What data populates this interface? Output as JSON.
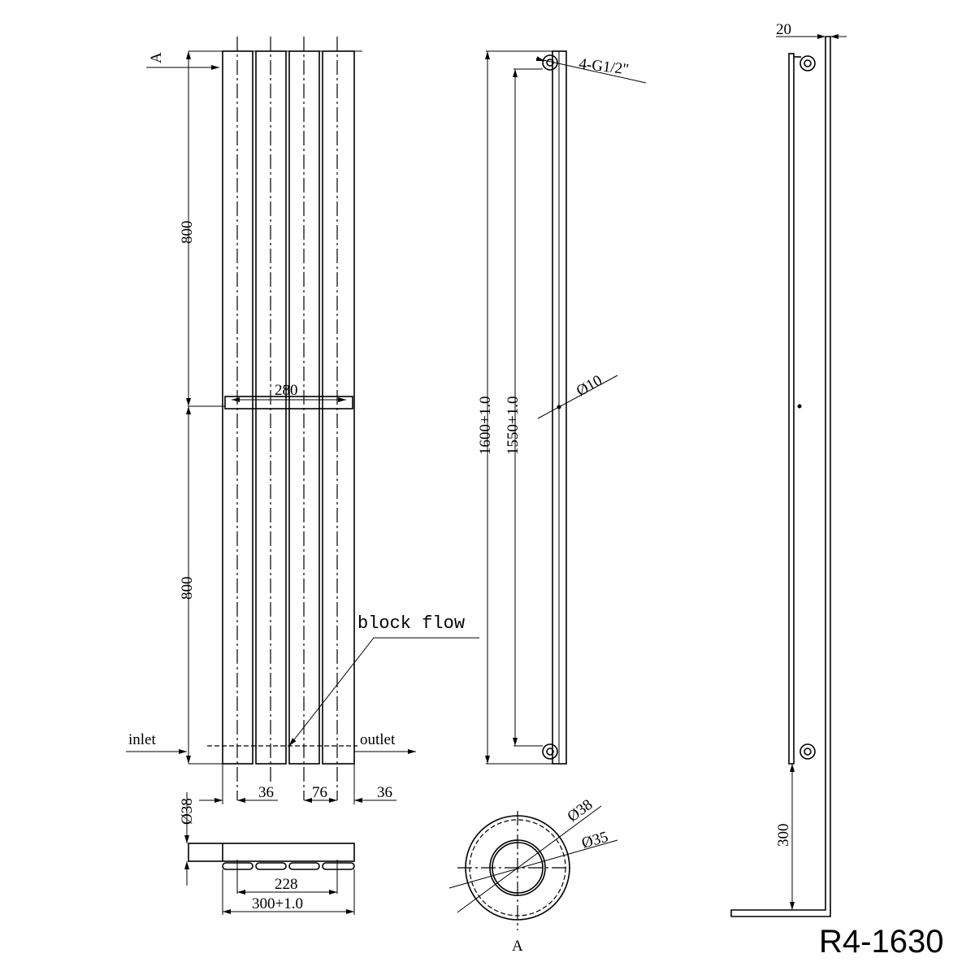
{
  "drawing": {
    "model": "R4-1630",
    "section_marker": "A",
    "front_view": {
      "dim_upper": "800",
      "dim_lower": "800",
      "bracket_width": "280",
      "inlet_label": "inlet",
      "outlet_label": "outlet",
      "block_flow_label": "block flow",
      "edge_spacing_left": "36",
      "center_spacing": "76",
      "edge_spacing_right": "36"
    },
    "bottom_view": {
      "tube_diameter": "Ø38",
      "center_span": "228",
      "overall_width": "300+1.0"
    },
    "side_view": {
      "overall_height": "1600+1.0",
      "center_height": "1550+1.0",
      "connection": "4-G1/2\"",
      "hole_diameter": "Ø10"
    },
    "section_view": {
      "outer_diameter": "Ø38",
      "inner_diameter": "Ø35",
      "marker": "A"
    },
    "wall_view": {
      "offset": "20",
      "floor_height": "300"
    }
  }
}
